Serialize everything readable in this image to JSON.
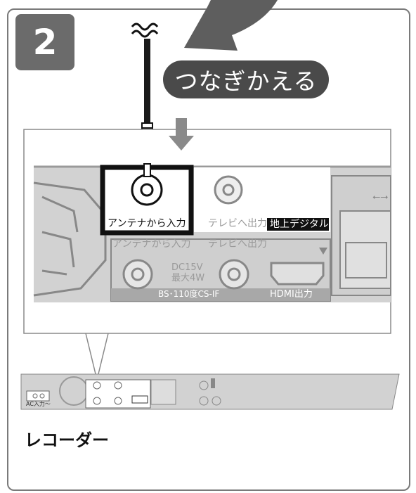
{
  "step": {
    "number": "2"
  },
  "instruction": {
    "text": "つなぎかえる"
  },
  "connectors": {
    "antenna_in_highlight": "アンテナから入力",
    "tv_out_top": "テレビへ出力",
    "terrestrial_digital": "地上デジタル",
    "antenna_in": "アンテナから入力",
    "tv_out": "テレビへ出力",
    "dc_line1": "DC15V",
    "dc_line2": "最大4W",
    "bs_cs_if": "BS･110度CS-IF",
    "hdmi_out": "HDMI出力"
  },
  "device": {
    "ac_input": "AC入力～",
    "caption": "レコーダー"
  },
  "colors": {
    "badge": "#6b6b6b",
    "pill": "#4a4a4a",
    "panel": "#d2d2d2",
    "arrow": "#666666",
    "label_gray": "#9a9a9a"
  }
}
